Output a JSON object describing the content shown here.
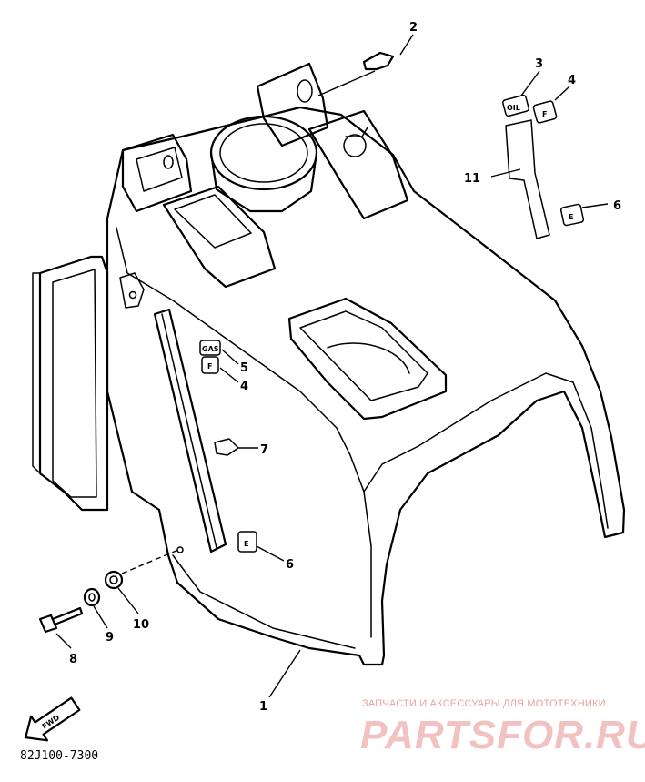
{
  "diagram": {
    "code": "82J100-7300",
    "direction_label": "FWD",
    "decals": {
      "oil": "OIL",
      "gas": "GAS",
      "fuel": "F",
      "empty": "E"
    },
    "callouts": [
      {
        "id": "c1",
        "text": "1"
      },
      {
        "id": "c2",
        "text": "2"
      },
      {
        "id": "c3",
        "text": "3"
      },
      {
        "id": "c4a",
        "text": "4"
      },
      {
        "id": "c4b",
        "text": "4"
      },
      {
        "id": "c5",
        "text": "5"
      },
      {
        "id": "c6a",
        "text": "6"
      },
      {
        "id": "c6b",
        "text": "6"
      },
      {
        "id": "c7",
        "text": "7"
      },
      {
        "id": "c8",
        "text": "8"
      },
      {
        "id": "c9",
        "text": "9"
      },
      {
        "id": "c10",
        "text": "10"
      },
      {
        "id": "c11",
        "text": "11"
      }
    ]
  },
  "watermark": {
    "subtitle": "ЗАПЧАСТИ И АКСЕССУАРЫ ДЛЯ МОТОТЕХНИКИ",
    "logo": "PARTSFOR.RU",
    "color": "#e8a3a3"
  }
}
